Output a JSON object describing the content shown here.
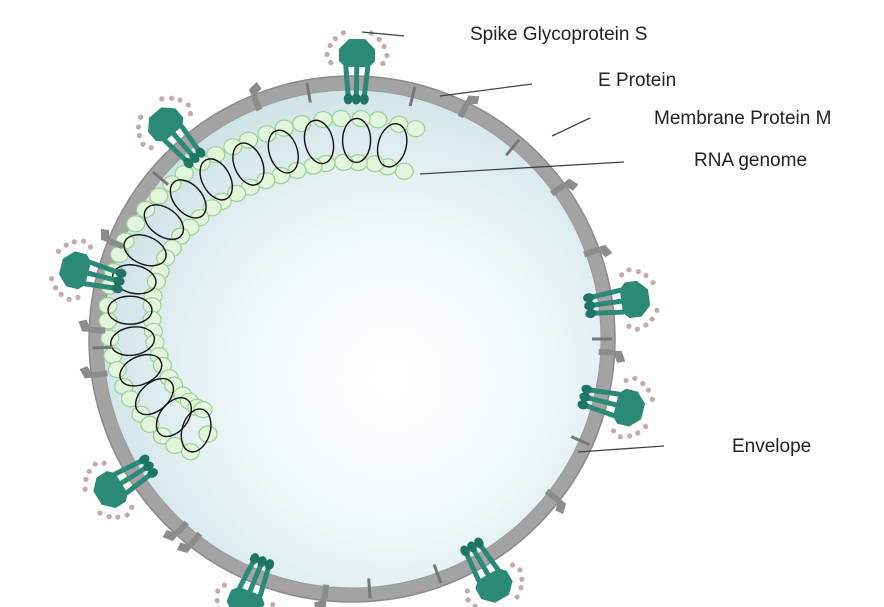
{
  "labels": {
    "spike": "Spike Glycoprotein S",
    "e_protein": "E Protein",
    "membrane": "Membrane Protein M",
    "rna": "RNA genome",
    "envelope": "Envelope"
  },
  "colors": {
    "envelope": "#a3a3a3",
    "interior": "#dcebee",
    "spike": "#2a8a76",
    "rna_bead_fill": "#e2f6dc",
    "rna_bead_stroke": "#9ccf98",
    "glycan": "#c9a8ab"
  }
}
